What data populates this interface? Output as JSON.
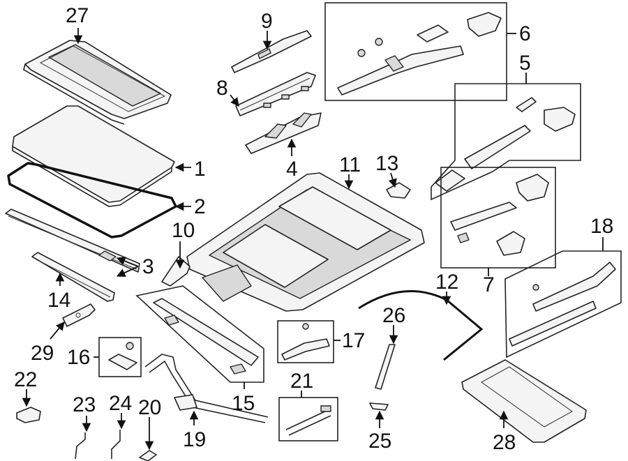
{
  "diagram": {
    "callouts": [
      "27",
      "9",
      "6",
      "5",
      "8",
      "1",
      "2",
      "4",
      "11",
      "13",
      "10",
      "3",
      "14",
      "29",
      "16",
      "22",
      "23",
      "24",
      "20",
      "19",
      "15",
      "21",
      "17",
      "26",
      "12",
      "25",
      "28",
      "7",
      "18"
    ]
  }
}
